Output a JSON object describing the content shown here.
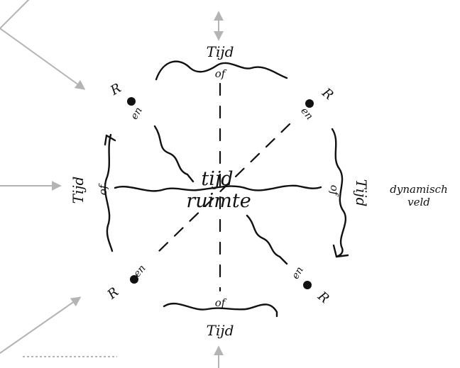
{
  "labels": {
    "tijd_top": "Tijd",
    "tijd_bottom": "Tijd",
    "tijd_left": "Tijd",
    "tijd_right": "Tijd",
    "of_top": "of",
    "of_bottom": "of",
    "of_left": "of",
    "of_right": "of",
    "center_line1": "tijd",
    "center_line2": "ruimte",
    "dynamisch": "dynamisch",
    "veld": "veld",
    "r": "R",
    "en": "en"
  },
  "colors": {
    "ink": "#111111",
    "arrow_grey": "#b4b4b4",
    "background": "#ffffff"
  }
}
